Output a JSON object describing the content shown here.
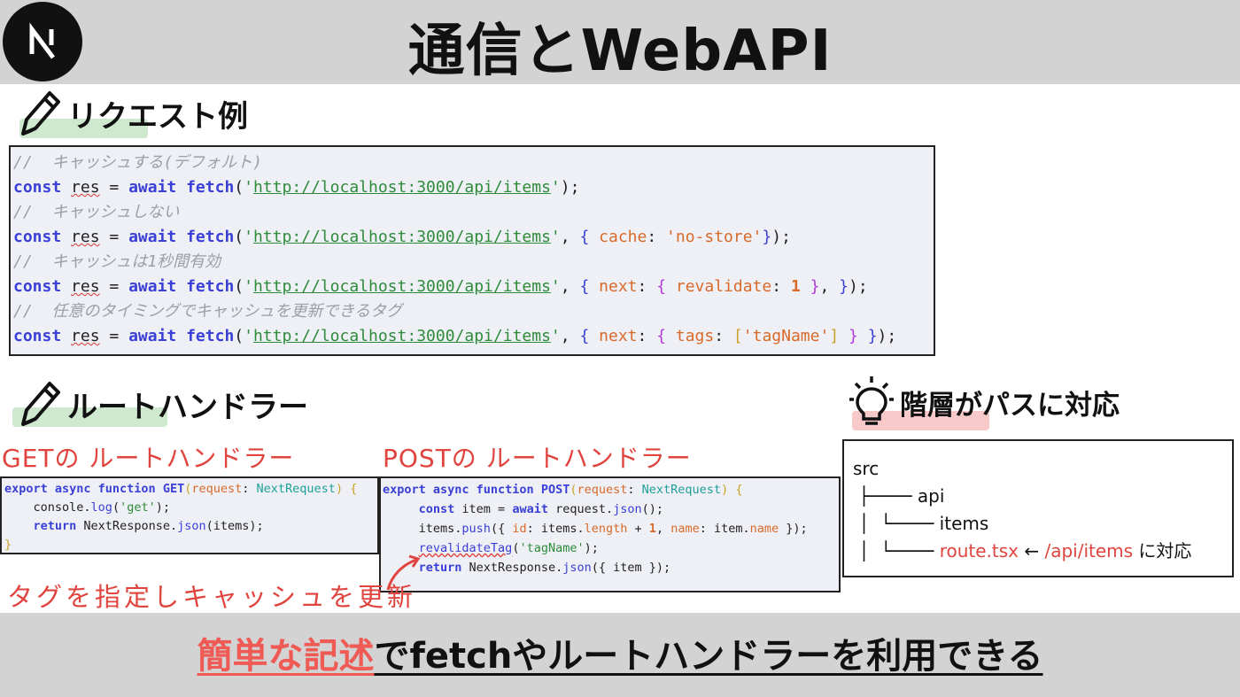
{
  "header": {
    "title": "通信とWebAPI",
    "logo_letter": "N"
  },
  "request_section": {
    "title": "リクエスト例",
    "code": {
      "comment1": "//  キャッシュする(デフォルト)",
      "comment2": "//  キャッシュしない",
      "comment3": "//  キャッシュは1秒間有効",
      "comment4": "//  任意のタイミングでキャッシュを更新できるタグ",
      "kw_const": "const",
      "var_res": "res",
      "eq": " = ",
      "kw_await": "await",
      "fn_fetch": "fetch",
      "url": "http://localhost:3000/api/items",
      "q": "'",
      "line1_end": ");",
      "line2_cache_key": "cache",
      "line2_cache_val": "'no-store'",
      "line3_next": "next",
      "line3_revalidate": "revalidate",
      "line3_num": "1",
      "line4_tags": "tags",
      "line4_tagname": "'tagName'"
    }
  },
  "route_section": {
    "title": "ルートハンドラー",
    "get_label": "GETの ルートハンドラー",
    "post_label": "POSTの ルートハンドラー",
    "get_code": {
      "kw": "export async function",
      "fn": "GET",
      "param": "request",
      "type": "NextRequest",
      "l2a": "console.",
      "l2fn": "log",
      "l2str": "'get'",
      "l2end": ");",
      "l3kw": "return",
      "l3a": " NextResponse.",
      "l3fn": "json",
      "l3b": "(items);",
      "close": "}"
    },
    "post_code": {
      "kw": "export async function",
      "fn": "POST",
      "param": "request",
      "type": "NextRequest",
      "l2kw": "const",
      "l2a": " item = ",
      "l2kw2": "await",
      "l2b": " request.",
      "l2fn": "json",
      "l2c": "();",
      "l3a": "items.",
      "l3fn": "push",
      "l3b": "({ ",
      "l3p1": "id",
      "l3c": ": items.",
      "l3p2": "length",
      "l3d": " + ",
      "l3num": "1",
      "l3e": ", ",
      "l3p3": "name",
      "l3f": ": item.",
      "l3p4": "name",
      "l3g": " });",
      "l4fn": "revalidateTag",
      "l4str": "'tagName'",
      "l4end": ");",
      "l5kw": "return",
      "l5a": " NextResponse.",
      "l5fn": "json",
      "l5b": "({ item });"
    },
    "note": "タグを指定しキャッシュを更新"
  },
  "path_section": {
    "title": "階層がパスに対応",
    "tree": {
      "root": "src",
      "l1": " ├──── api",
      "l2": " │  └──── items",
      "l3_prefix": " │  └──── ",
      "l3_file": "route.tsx",
      "l3_arrow": " ← ",
      "l3_path": "/api/items",
      "l3_suffix": " に対応"
    }
  },
  "footer": {
    "emph": "簡単な記述",
    "rest": "でfetchやルートハンドラーを利用できる"
  },
  "colors": {
    "header_bg": "#d3d3d3",
    "accent_red": "#e0443e",
    "highlight_green": "#cfe9cf",
    "highlight_pink": "#f7c9c9"
  }
}
